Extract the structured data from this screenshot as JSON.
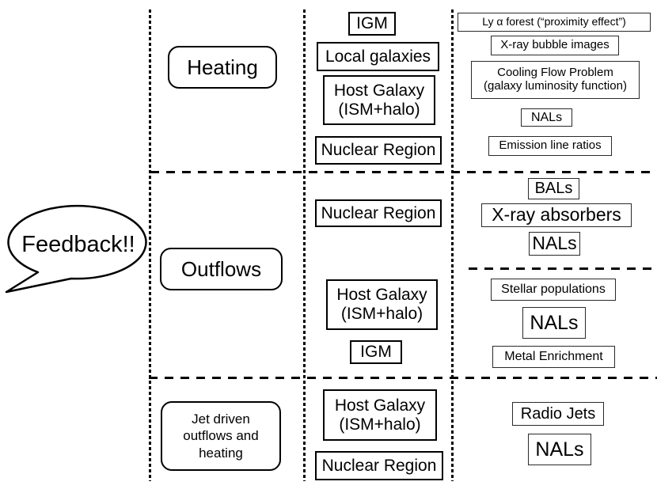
{
  "speech_bubble": "Feedback!!",
  "rows": [
    {
      "category": "Heating",
      "targets": [
        "IGM",
        "Local galaxies",
        "Host Galaxy\n(ISM+halo)",
        "Nuclear Region"
      ],
      "observables": [
        "Ly α forest (“proximity effect”)",
        "X-ray bubble images",
        "Cooling Flow Problem\n(galaxy luminosity function)",
        "NALs",
        "Emission line ratios"
      ]
    },
    {
      "category": "Outflows",
      "targets": [
        "Nuclear Region",
        "Host Galaxy\n(ISM+halo)",
        "IGM"
      ],
      "observables_nuclear": [
        "BALs",
        "X-ray absorbers",
        "NALs"
      ],
      "observables_galaxy": [
        "Stellar populations",
        "NALs",
        "Metal Enrichment"
      ]
    },
    {
      "category": "Jet driven\noutflows and\nheating",
      "targets": [
        "Host Galaxy\n(ISM+halo)",
        "Nuclear Region"
      ],
      "observables": [
        "Radio Jets",
        "NALs"
      ]
    }
  ],
  "colors": {
    "ink": "#000000",
    "obs_border": "#2a2a2a",
    "background": "#ffffff"
  }
}
